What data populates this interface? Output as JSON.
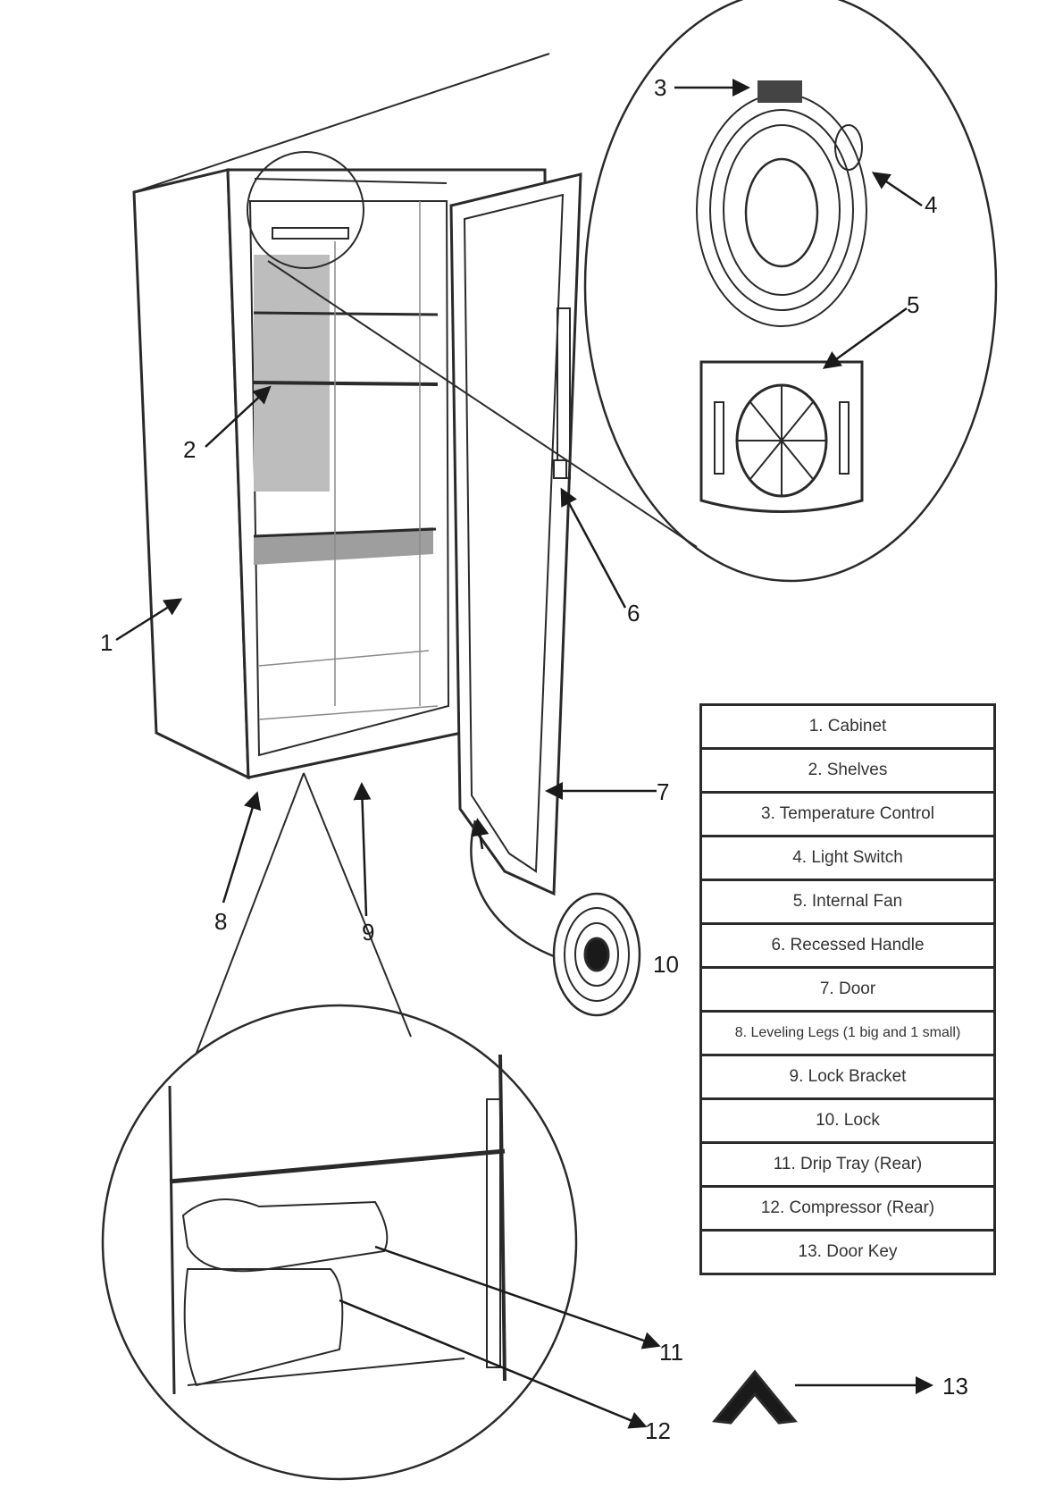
{
  "legend": [
    "1. Cabinet",
    "2. Shelves",
    "3. Temperature Control",
    "4. Light Switch",
    "5. Internal Fan",
    "6. Recessed Handle",
    "7. Door",
    "8. Leveling Legs (1 big and 1 small)",
    "9. Lock Bracket",
    "10. Lock",
    "11. Drip Tray (Rear)",
    "12. Compressor (Rear)",
    "13. Door Key"
  ],
  "callouts": [
    "1",
    "2",
    "3",
    "4",
    "5",
    "6",
    "7",
    "8",
    "9",
    "10",
    "11",
    "12",
    "13"
  ],
  "colors": {
    "line": "#2a2a2a",
    "shade": "#bdbdbd",
    "background": "#ffffff"
  }
}
